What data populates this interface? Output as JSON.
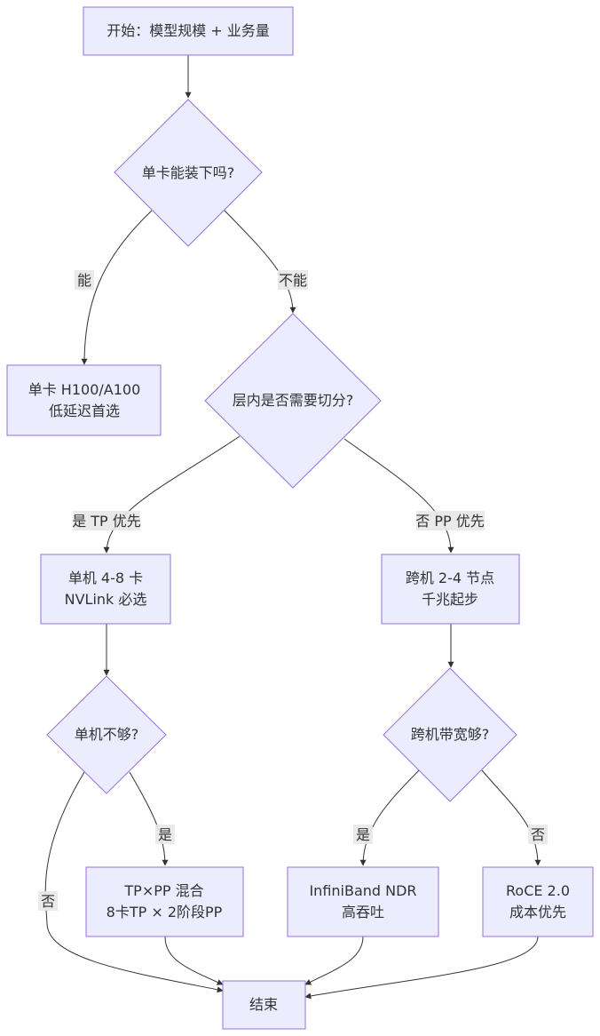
{
  "nodes": {
    "start": {
      "line1": "开始：模型规模 + 业务量"
    },
    "q_single_fit": {
      "line1": "单卡能装下吗?"
    },
    "single_card": {
      "line1": "单卡 H100/A100",
      "line2": "低延迟首选"
    },
    "q_intra_layer": {
      "line1": "层内是否需要切分?"
    },
    "single_machine": {
      "line1": "单机 4-8 卡",
      "line2": "NVLink 必选"
    },
    "cross_machine": {
      "line1": "跨机 2-4 节点",
      "line2": "千兆起步"
    },
    "q_machine_enough": {
      "line1": "单机不够?"
    },
    "q_bandwidth": {
      "line1": "跨机带宽够?"
    },
    "tp_pp_mix": {
      "line1": "TP×PP 混合",
      "line2": "8卡TP × 2阶段PP"
    },
    "infiniband": {
      "line1": "InfiniBand NDR",
      "line2": "高吞吐"
    },
    "roce": {
      "line1": "RoCE 2.0",
      "line2": "成本优先"
    },
    "end": {
      "line1": "结束"
    }
  },
  "edges": {
    "yes_fit": "能",
    "no_fit": "不能",
    "yes_tp": "是 TP 优先",
    "no_pp": "否 PP 优先",
    "yes_machine": "是",
    "no_machine": "否",
    "yes_bw": "是",
    "no_bw": "否"
  },
  "colors": {
    "node_fill": "#ECECFF",
    "node_stroke": "#9370DB",
    "edge": "#333333",
    "label_bg": "#e8e8e8"
  }
}
